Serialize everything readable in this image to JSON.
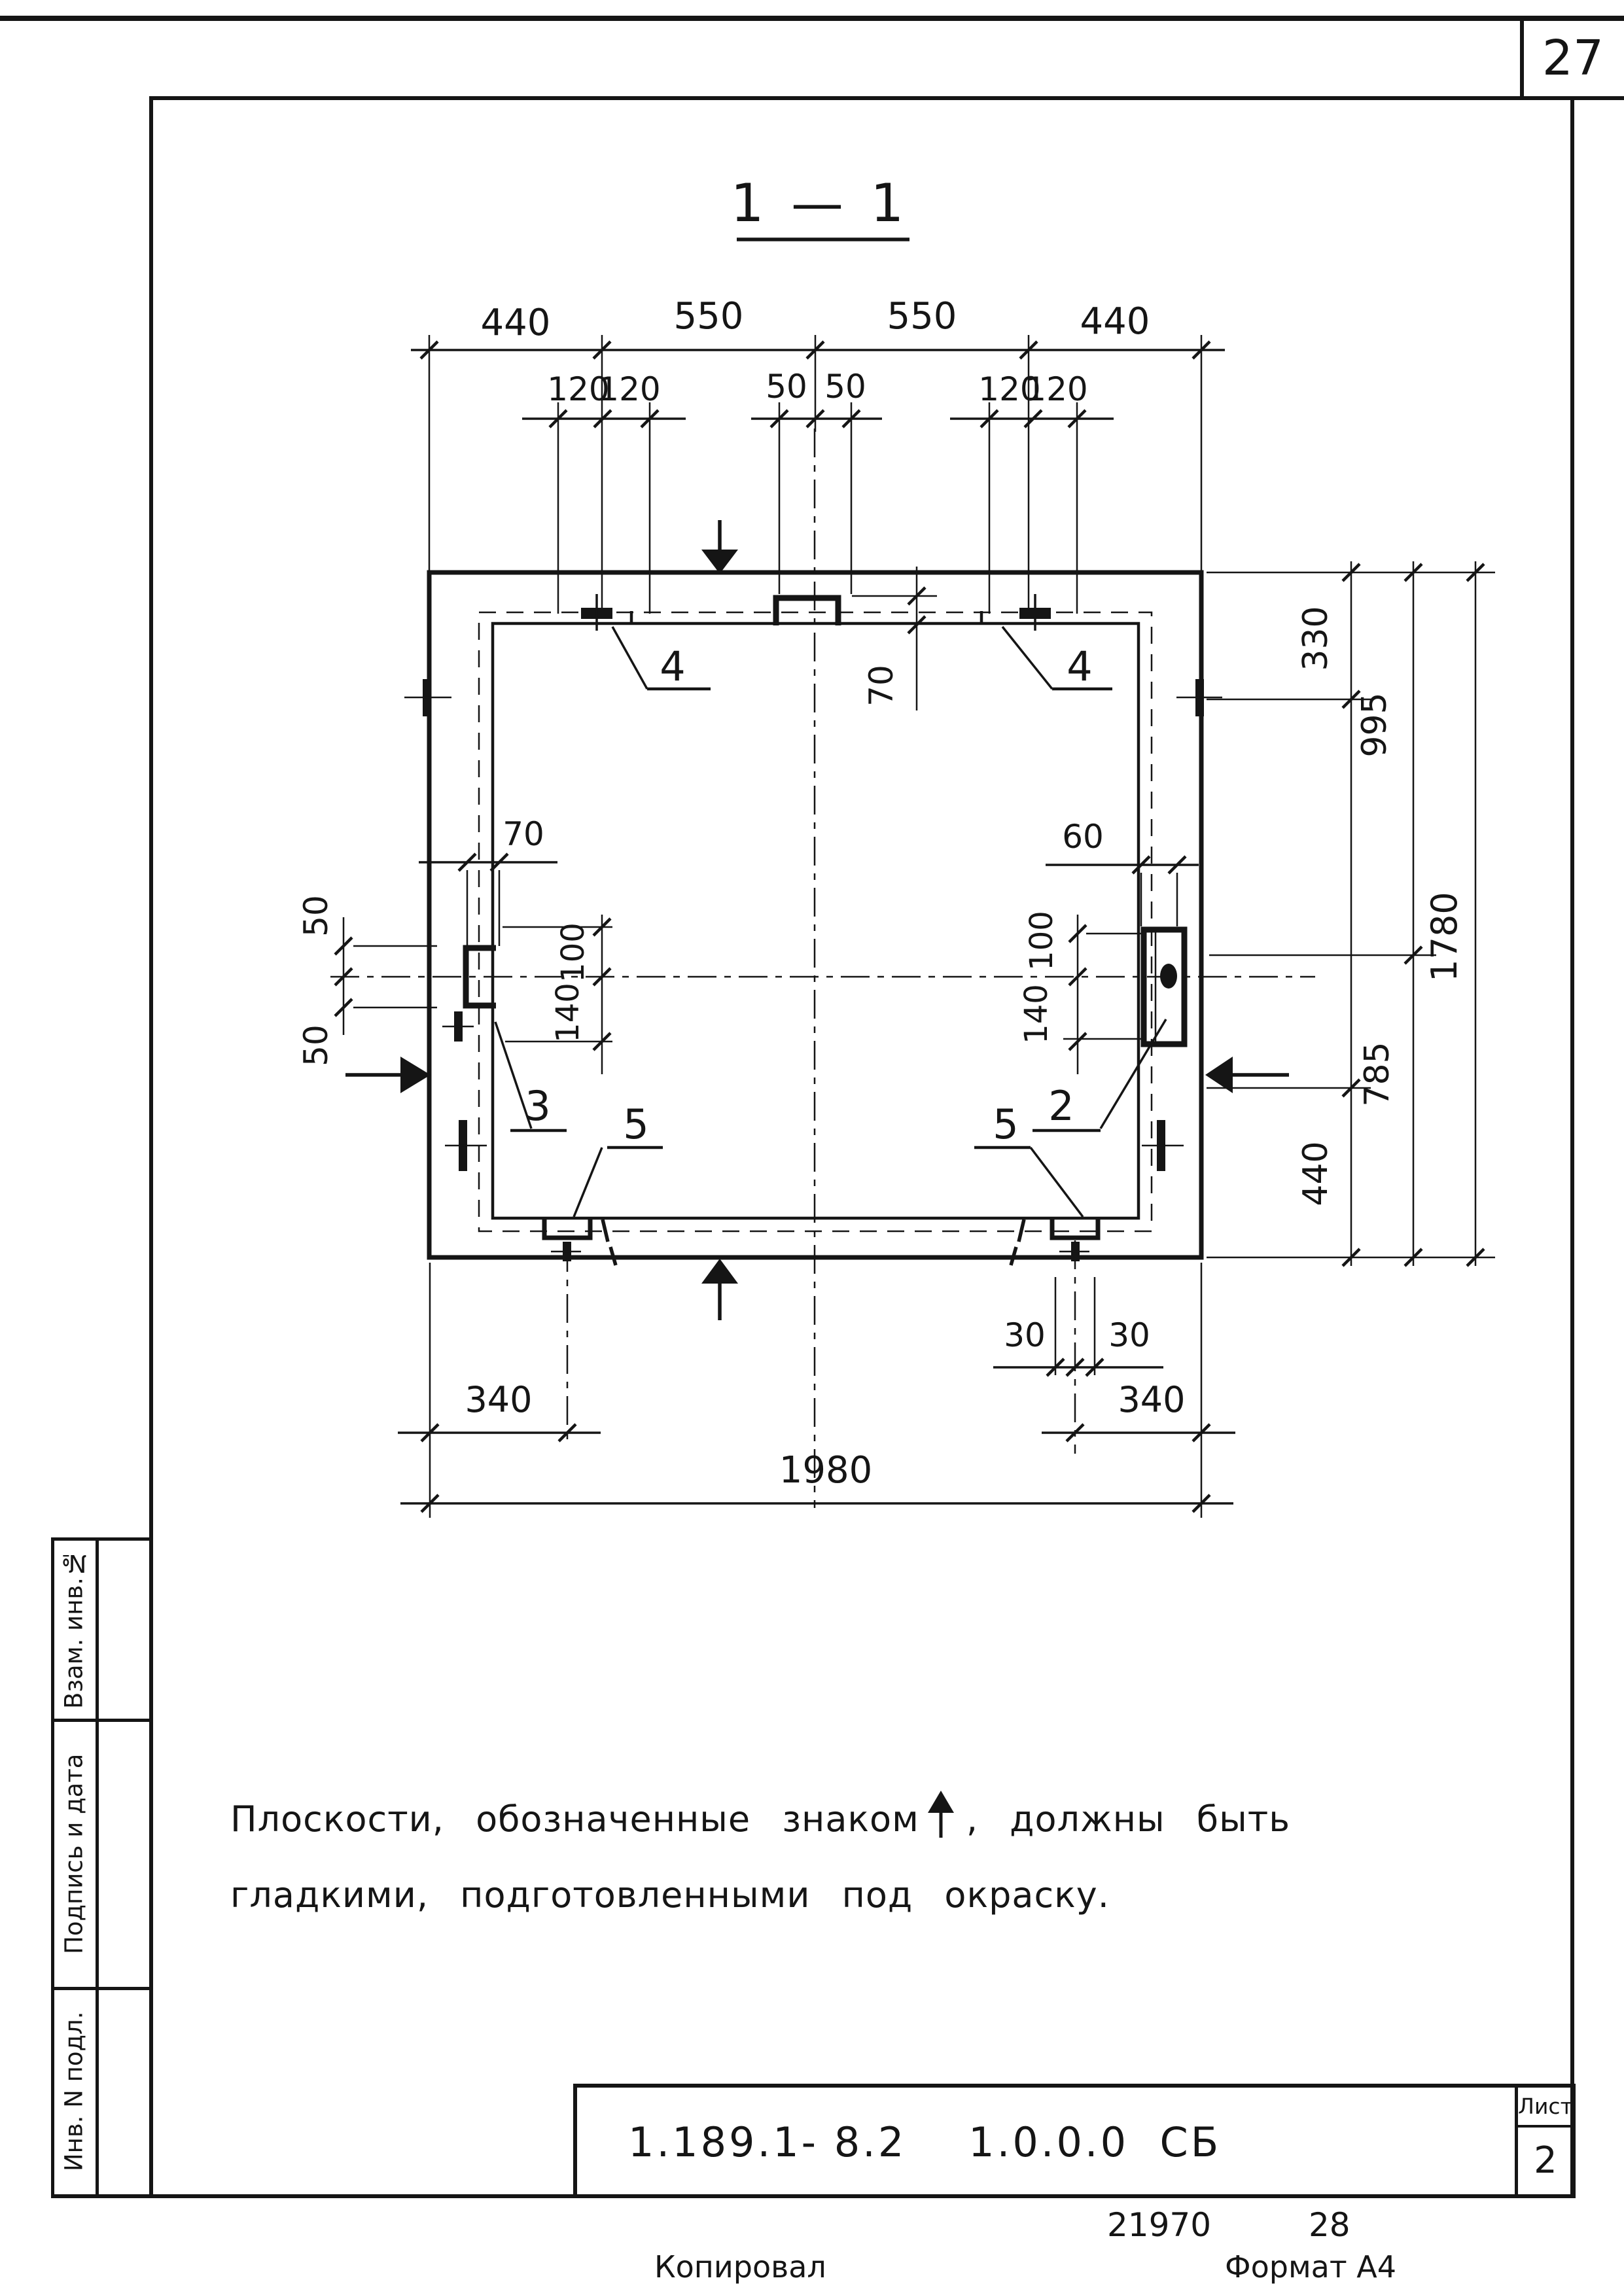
{
  "page": {
    "corner_sheet_number": "27"
  },
  "title": "1 — 1",
  "dims": {
    "top": [
      "440",
      "550",
      "550",
      "440"
    ],
    "top_sub": [
      "120",
      "120",
      "50",
      "50",
      "120",
      "120"
    ],
    "notch_depth": "70",
    "left_width": "70",
    "right_width": "60",
    "left_offsets": [
      "50",
      "50"
    ],
    "left_heights": [
      "100",
      "140"
    ],
    "right_heights": [
      "100",
      "140"
    ],
    "right_chain": [
      "330",
      "995",
      "785",
      "440",
      "1780"
    ],
    "bottom": [
      "340",
      "30",
      "30",
      "340",
      "1980"
    ]
  },
  "callouts": {
    "c2": "2",
    "c3": "3",
    "c4": "4",
    "c5": "5"
  },
  "note": {
    "l1a": "Плоскости,  обозначенные  знаком",
    "l1b": ",  должны  быть",
    "l2": "гладкими,  подготовленными  под  окраску."
  },
  "sidebar": {
    "cells": [
      "Взам. инв.№",
      "Подпись и дата",
      "Инв. N подл."
    ]
  },
  "stamp": {
    "doc_number": "1.189.1- 8.2    1.0.0.0  СБ",
    "sheet_label": "Лист",
    "sheet_value": "2",
    "order_num1": "21970",
    "order_num2": "28",
    "copied_label": "Копировал",
    "format_label": "Формат А4"
  }
}
